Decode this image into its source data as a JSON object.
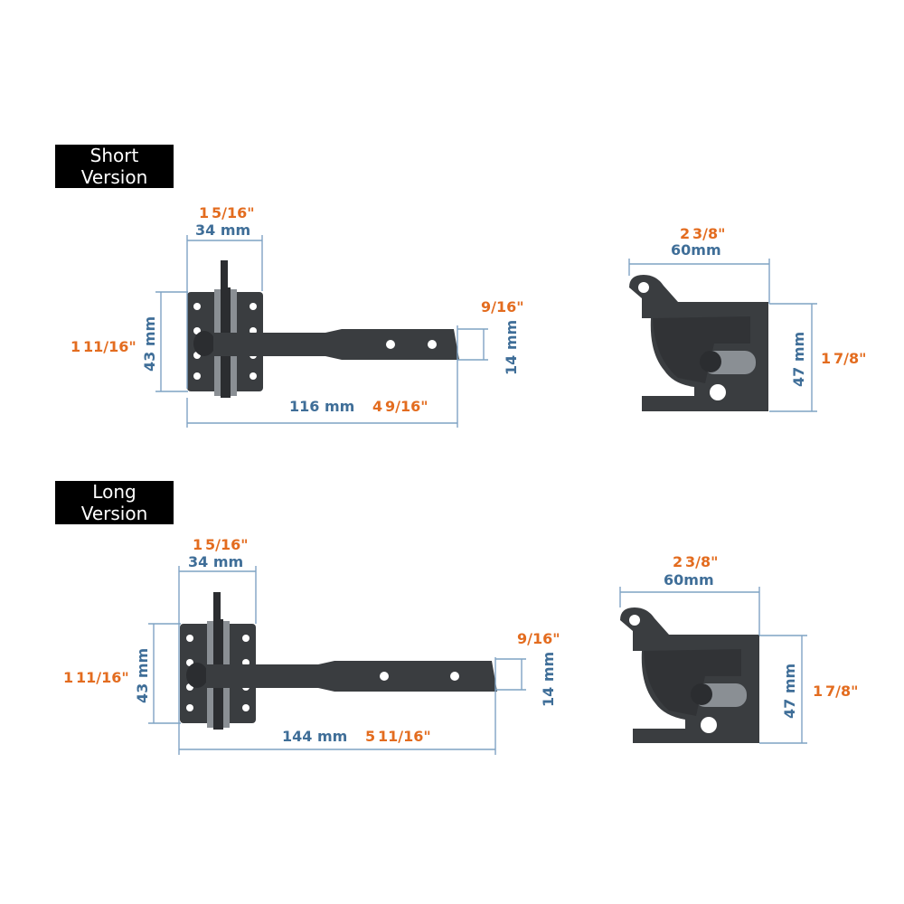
{
  "short": {
    "label_line1": "Short",
    "label_line2": "Version",
    "hasp": {
      "width_in_whole": "1",
      "width_in_frac": "5/16\"",
      "width_mm": "34 mm",
      "height_mm": "43 mm",
      "height_in_whole": "1",
      "height_in_frac": "11/16\"",
      "arm_width_in": "9/16\"",
      "arm_width_mm": "14 mm",
      "length_mm": "116 mm",
      "length_in_whole": "4",
      "length_in_frac": "9/16\""
    },
    "catch": {
      "width_in_whole": "2",
      "width_in_frac": "3/8\"",
      "width_mm": "60mm",
      "height_mm": "47 mm",
      "height_in_whole": "1",
      "height_in_frac": "7/8\""
    }
  },
  "long": {
    "label_line1": "Long",
    "label_line2": "Version",
    "hasp": {
      "width_in_whole": "1",
      "width_in_frac": "5/16\"",
      "width_mm": "34 mm",
      "height_mm": "43 mm",
      "height_in_whole": "1",
      "height_in_frac": "11/16\"",
      "arm_width_in": "9/16\"",
      "arm_width_mm": "14 mm",
      "length_mm": "144 mm",
      "length_in_whole": "5",
      "length_in_frac": "11/16\""
    },
    "catch": {
      "width_in_whole": "2",
      "width_in_frac": "3/8\"",
      "width_mm": "60mm",
      "height_mm": "47 mm",
      "height_in_whole": "1",
      "height_in_frac": "7/8\""
    }
  },
  "colors": {
    "mm_text": "#3f6e98",
    "inch_text": "#e36c1f",
    "dimension_line": "#7fa3c4",
    "metal": "#3a3d40"
  }
}
